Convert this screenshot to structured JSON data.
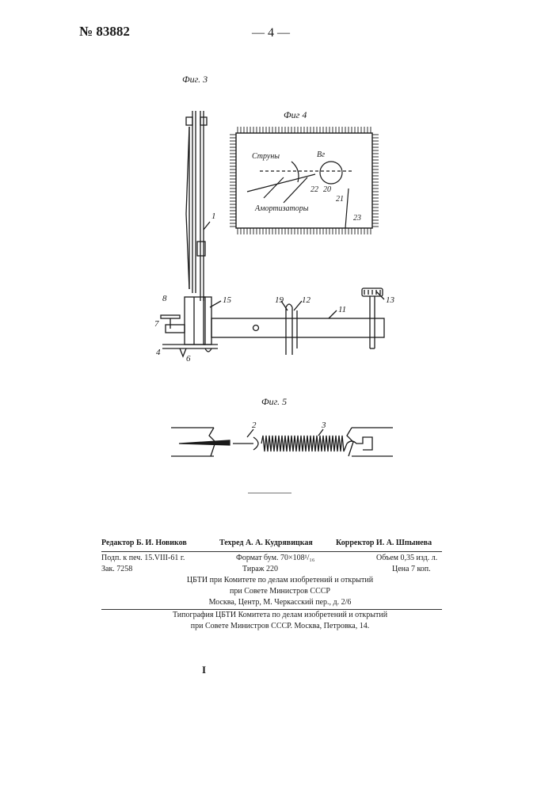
{
  "header": {
    "patent_number": "№ 83882",
    "page_number": "— 4 —"
  },
  "figures": {
    "fig3": {
      "caption": "Фиг. 3",
      "labels": [
        "1",
        "8",
        "7",
        "15",
        "19",
        "12",
        "11",
        "13",
        "4",
        "6"
      ]
    },
    "fig4": {
      "caption": "Фиг 4",
      "label_strings": "Струны",
      "label_shock": "Амортизаторы",
      "labels": [
        "22",
        "20",
        "21",
        "23",
        "Bг"
      ]
    },
    "fig5": {
      "caption": "Фиг. 5",
      "labels": [
        "2",
        "3"
      ]
    }
  },
  "imprint": {
    "editor": "Редактор Б. И. Новиков",
    "techred": "Техред А. А. Кудрявицкая",
    "corrector": "Корректор И. А. Шпынева",
    "signed": "Подп. к печ. 15.VIII-61 г.",
    "format": "Формат бум. 70×108¹/₁₆",
    "volume": "Объем 0,35 изд. л.",
    "order": "Зак. 7258",
    "circulation": "Тираж 220",
    "price": "Цена 7 коп.",
    "org_line1": "ЦБТИ при Комитете по делам изобретений и открытий",
    "org_line2": "при Совете Министров СССР",
    "org_line3": "Москва, Центр, М. Черкасский пер., д. 2/6",
    "print_line1": "Типография ЦБТИ Комитета по делам изобретений и открытий",
    "print_line2": "при Совете Министров СССР. Москва, Петровка, 14."
  },
  "footer": {
    "mark": "I"
  }
}
